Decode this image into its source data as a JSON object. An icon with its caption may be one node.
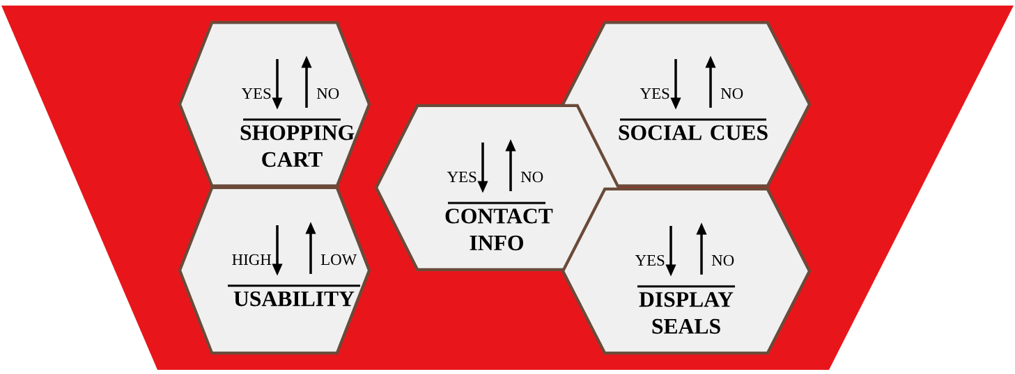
{
  "diagram": {
    "nodes": [
      {
        "text": [],
        "shape": "trapezoid"
      },
      {
        "text": [
          "YES",
          "NO",
          "SHOPPING CART"
        ],
        "in": 0
      },
      {
        "text": [
          "YES",
          "NO",
          "SOCIAL CUES"
        ],
        "in": 0
      },
      {
        "text": [
          "YES",
          "NO",
          "CONTACT INFO"
        ],
        "in": 0
      },
      {
        "text": [
          "HIGH",
          "LOW",
          "USABILITY"
        ],
        "in": 0
      },
      {
        "text": [
          "YES",
          "NO",
          "DISPLAY SEALS"
        ],
        "in": 0
      }
    ]
  }
}
